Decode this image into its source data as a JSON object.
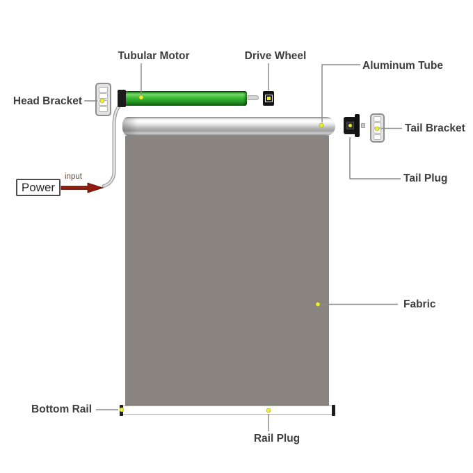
{
  "diagram": {
    "subject": "motorized roller blind parts diagram",
    "labels": {
      "tubular_motor": "Tubular Motor",
      "drive_wheel": "Drive Wheel",
      "aluminum_tube": "Aluminum Tube",
      "head_bracket": "Head Bracket",
      "tail_bracket": "Tail Bracket",
      "tail_plug": "Tail Plug",
      "fabric": "Fabric",
      "bottom_rail": "Bottom Rail",
      "rail_plug": "Rail Plug",
      "power": "Power",
      "input": "input"
    },
    "colors": {
      "motor_green": "#3cb335",
      "fabric_gray": "#8a8480",
      "tube_metal": "#cccccc",
      "marker_yellow": "#eaee3d",
      "arrow_red": "#8e1d10",
      "leader_line": "#8c8c8c",
      "label_text": "#3e3e3e",
      "background": "#ffffff"
    }
  }
}
